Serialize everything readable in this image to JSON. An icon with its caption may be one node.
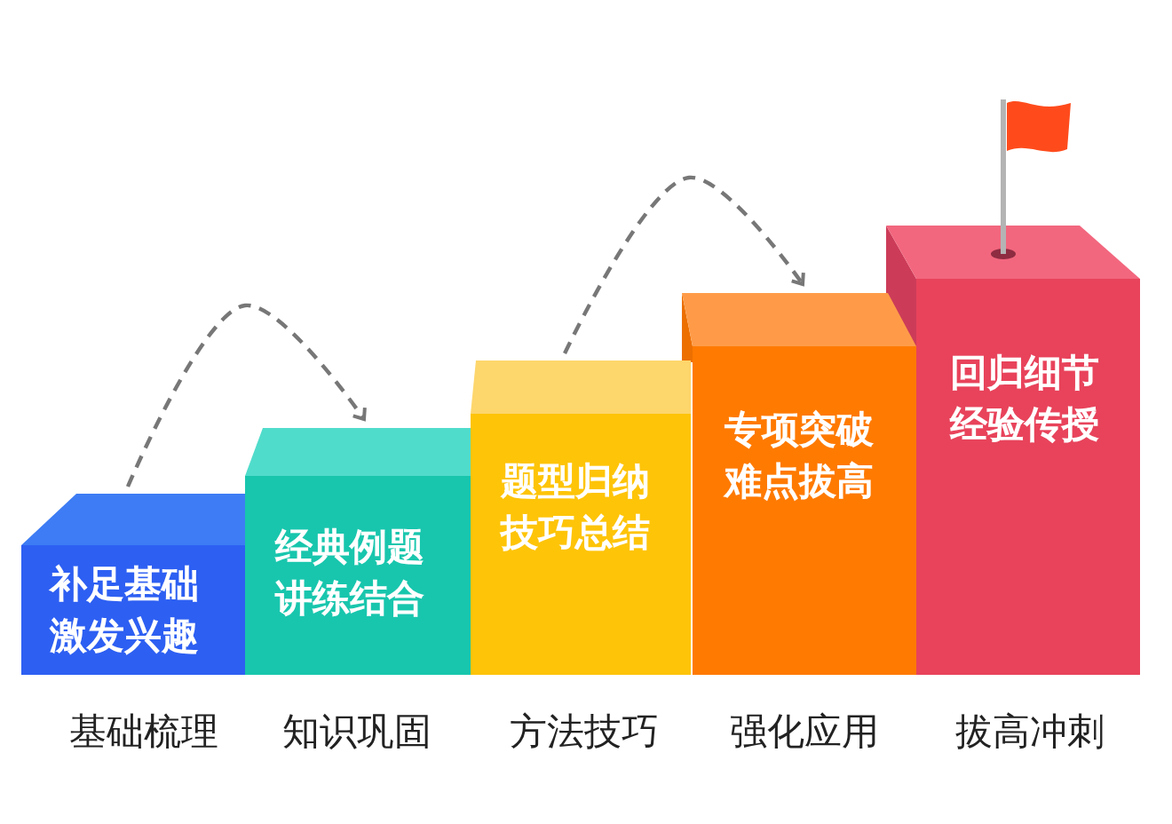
{
  "diagram": {
    "nodes": [
      {
        "text": [
          "补足基础",
          "激发兴趣"
        ],
        "beside": [
          "基础梳理"
        ]
      },
      {
        "text": [
          "经典例题",
          "讲练结合"
        ],
        "beside": [
          "知识巩固"
        ]
      },
      {
        "text": [
          "题型归纳",
          "技巧总结"
        ],
        "beside": [
          "方法技巧"
        ]
      },
      {
        "text": [
          "专项突破",
          "难点拔高"
        ],
        "beside": [
          "强化应用"
        ]
      },
      {
        "text": [
          "回归细节",
          "经验传授"
        ],
        "beside": [
          "拔高冲刺"
        ]
      }
    ],
    "edges": [
      {
        "from": 0,
        "to": 1,
        "arrow": "to",
        "style": "dashed"
      },
      {
        "from": 2,
        "to": 3,
        "arrow": "to",
        "style": "dashed"
      }
    ]
  }
}
